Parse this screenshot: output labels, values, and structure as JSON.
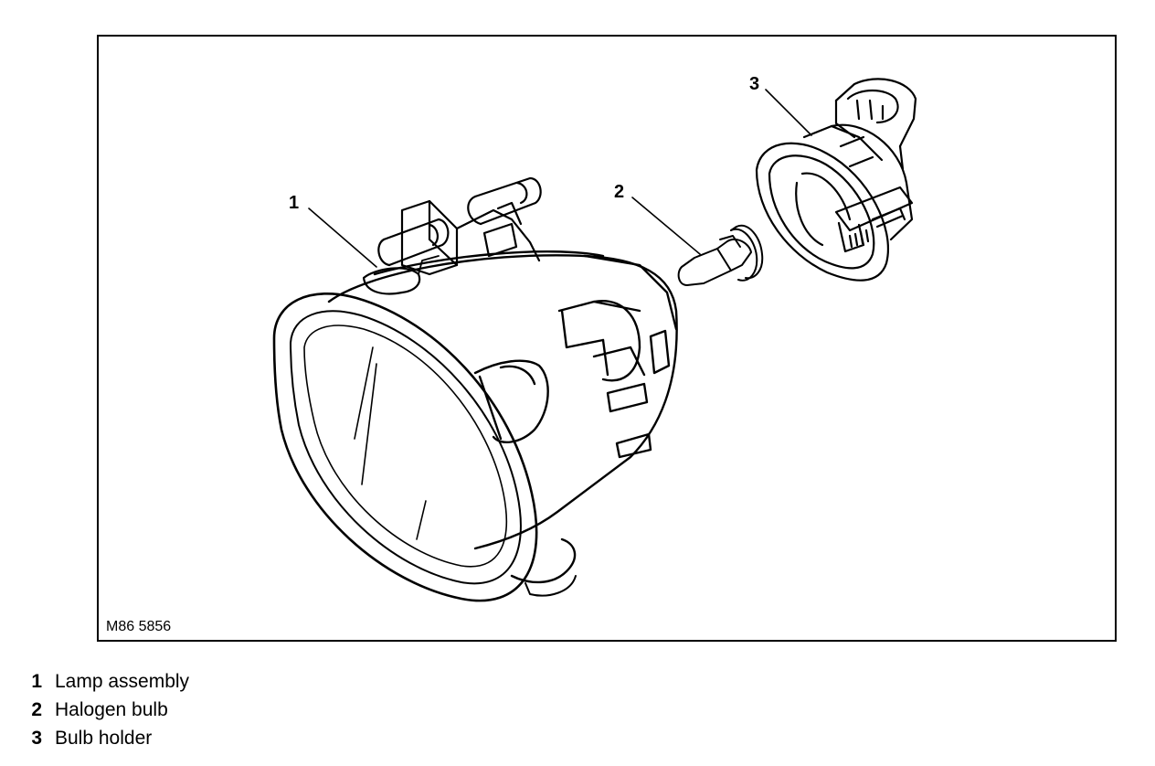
{
  "figure": {
    "code": "M86 5856",
    "callouts": [
      "1",
      "2",
      "3"
    ]
  },
  "legend": [
    {
      "number": "1",
      "label": "Lamp assembly"
    },
    {
      "number": "2",
      "label": "Halogen bulb"
    },
    {
      "number": "3",
      "label": "Bulb holder"
    }
  ]
}
